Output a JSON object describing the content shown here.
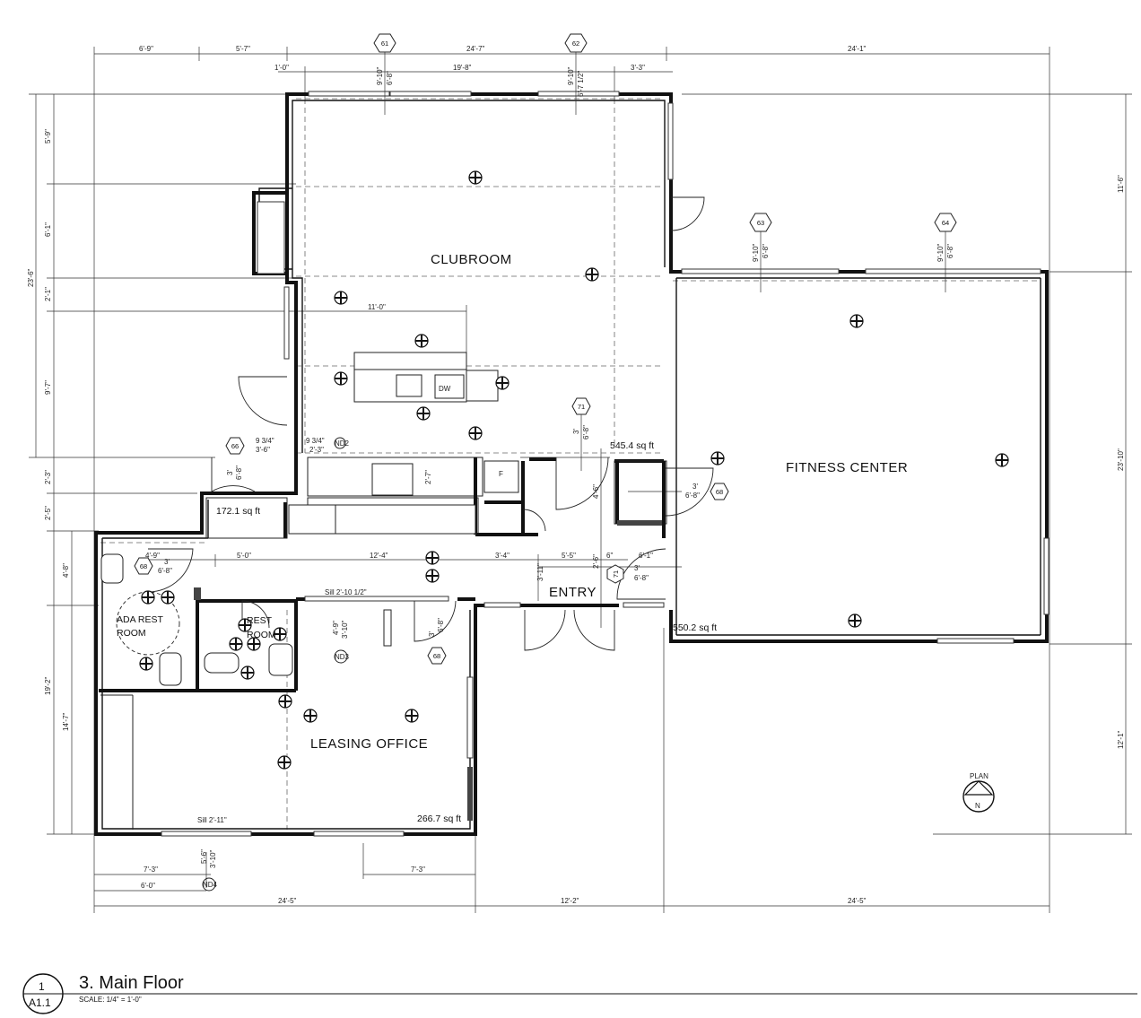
{
  "rooms": {
    "clubroom": {
      "name": "CLUBROOM",
      "area": "545.4 sq ft"
    },
    "fitness": {
      "name": "FITNESS CENTER",
      "area": "550.2 sq ft"
    },
    "leasing": {
      "name": "LEASING OFFICE",
      "area": "266.7 sq ft"
    },
    "entry": {
      "name": "ENTRY"
    },
    "ada_rest": {
      "line1": "ADA REST",
      "line2": "ROOM"
    },
    "rest": {
      "line1": "REST",
      "line2": "ROOM"
    },
    "corridor": {
      "area": "172.1 sq ft"
    }
  },
  "appliances": {
    "dishwasher": "DW",
    "fridge": "F"
  },
  "dimensions": {
    "top_overall": [
      "6'-9\"",
      "5'-7\"",
      "24'-7\"",
      "24'-1\""
    ],
    "top_clubroom": [
      "1'-0\"",
      "19'-8\"",
      "3'-3\""
    ],
    "left_side": [
      "5'-9\"",
      "6'-1\"",
      "2'-1\"",
      "9'-7\"",
      "23'-6\"",
      "2'-3\"",
      "2'-5\"",
      "4'-8\"",
      "19'-2\"",
      "14'-7\""
    ],
    "right_side": [
      "11'-6\"",
      "23'-10\"",
      "12'-1\""
    ],
    "interior": [
      "11'-0\"",
      "5'-0\"",
      "12'-4\"",
      "3'-4\"",
      "5'-5\"",
      "6\"",
      "4'-9\"",
      "3'-11\"",
      "4'-6\"",
      "2'-7\"",
      "6'-1\"",
      "2'-6\""
    ],
    "bottom_overall": [
      "24'-5\"",
      "12'-2\"",
      "24'-5\""
    ],
    "bottom_inner": [
      "7'-3\"",
      "6'-0\"",
      "7'-3\""
    ]
  },
  "window_tags": {
    "w61": {
      "id": "61",
      "h1": "9'-10\"",
      "h2": "6'-8\""
    },
    "w62": {
      "id": "62",
      "h1": "9'-10\"",
      "h2": "6'-7 1/2\""
    },
    "w63": {
      "id": "63",
      "h1": "9'-10\"",
      "h2": "6'-8\""
    },
    "w64": {
      "id": "64",
      "h1": "9'-10\"",
      "h2": "6'-8\""
    }
  },
  "door_tags": {
    "d66": {
      "id": "66",
      "w": "3'",
      "h": "6'-8\""
    },
    "d71a": {
      "id": "71",
      "w": "3'",
      "h": "6'-8\""
    },
    "d68a": {
      "id": "68",
      "w": "3'",
      "h": "6'-8\""
    },
    "d68b": {
      "id": "68",
      "w": "3'",
      "h": "6'-8\""
    },
    "d68c": {
      "id": "68",
      "w": "3'",
      "h": "6'-8\""
    },
    "d71b": {
      "id": "71",
      "w": "3'",
      "h": "6'-8\""
    }
  },
  "notes": {
    "sill_corridor_a": "9 3/4\"",
    "sill_corridor_b": "9 3/4\"",
    "sill_corridor_c": "3'-6\"",
    "sill_corridor_d": "2'-3\"",
    "sill_rest": "Sill 2'-10 1/2\"",
    "sill_leasing": "Sill 2'-11\"",
    "nd_leasing": "ND3",
    "nd_bottom": "ND4",
    "nd_club": "ND2",
    "leasing_h1": "4'-9\"",
    "leasing_h2": "3'-10\"",
    "bottom_h1": "5'-6\"",
    "bottom_h2": "3'-10\""
  },
  "north_arrow": {
    "label": "PLAN",
    "letter": "N"
  },
  "title_block": {
    "sheet_number": "1",
    "sheet_id": "A1.1",
    "title": "3. Main Floor",
    "scale": "SCALE: 1/4\"  =   1'-0\""
  }
}
